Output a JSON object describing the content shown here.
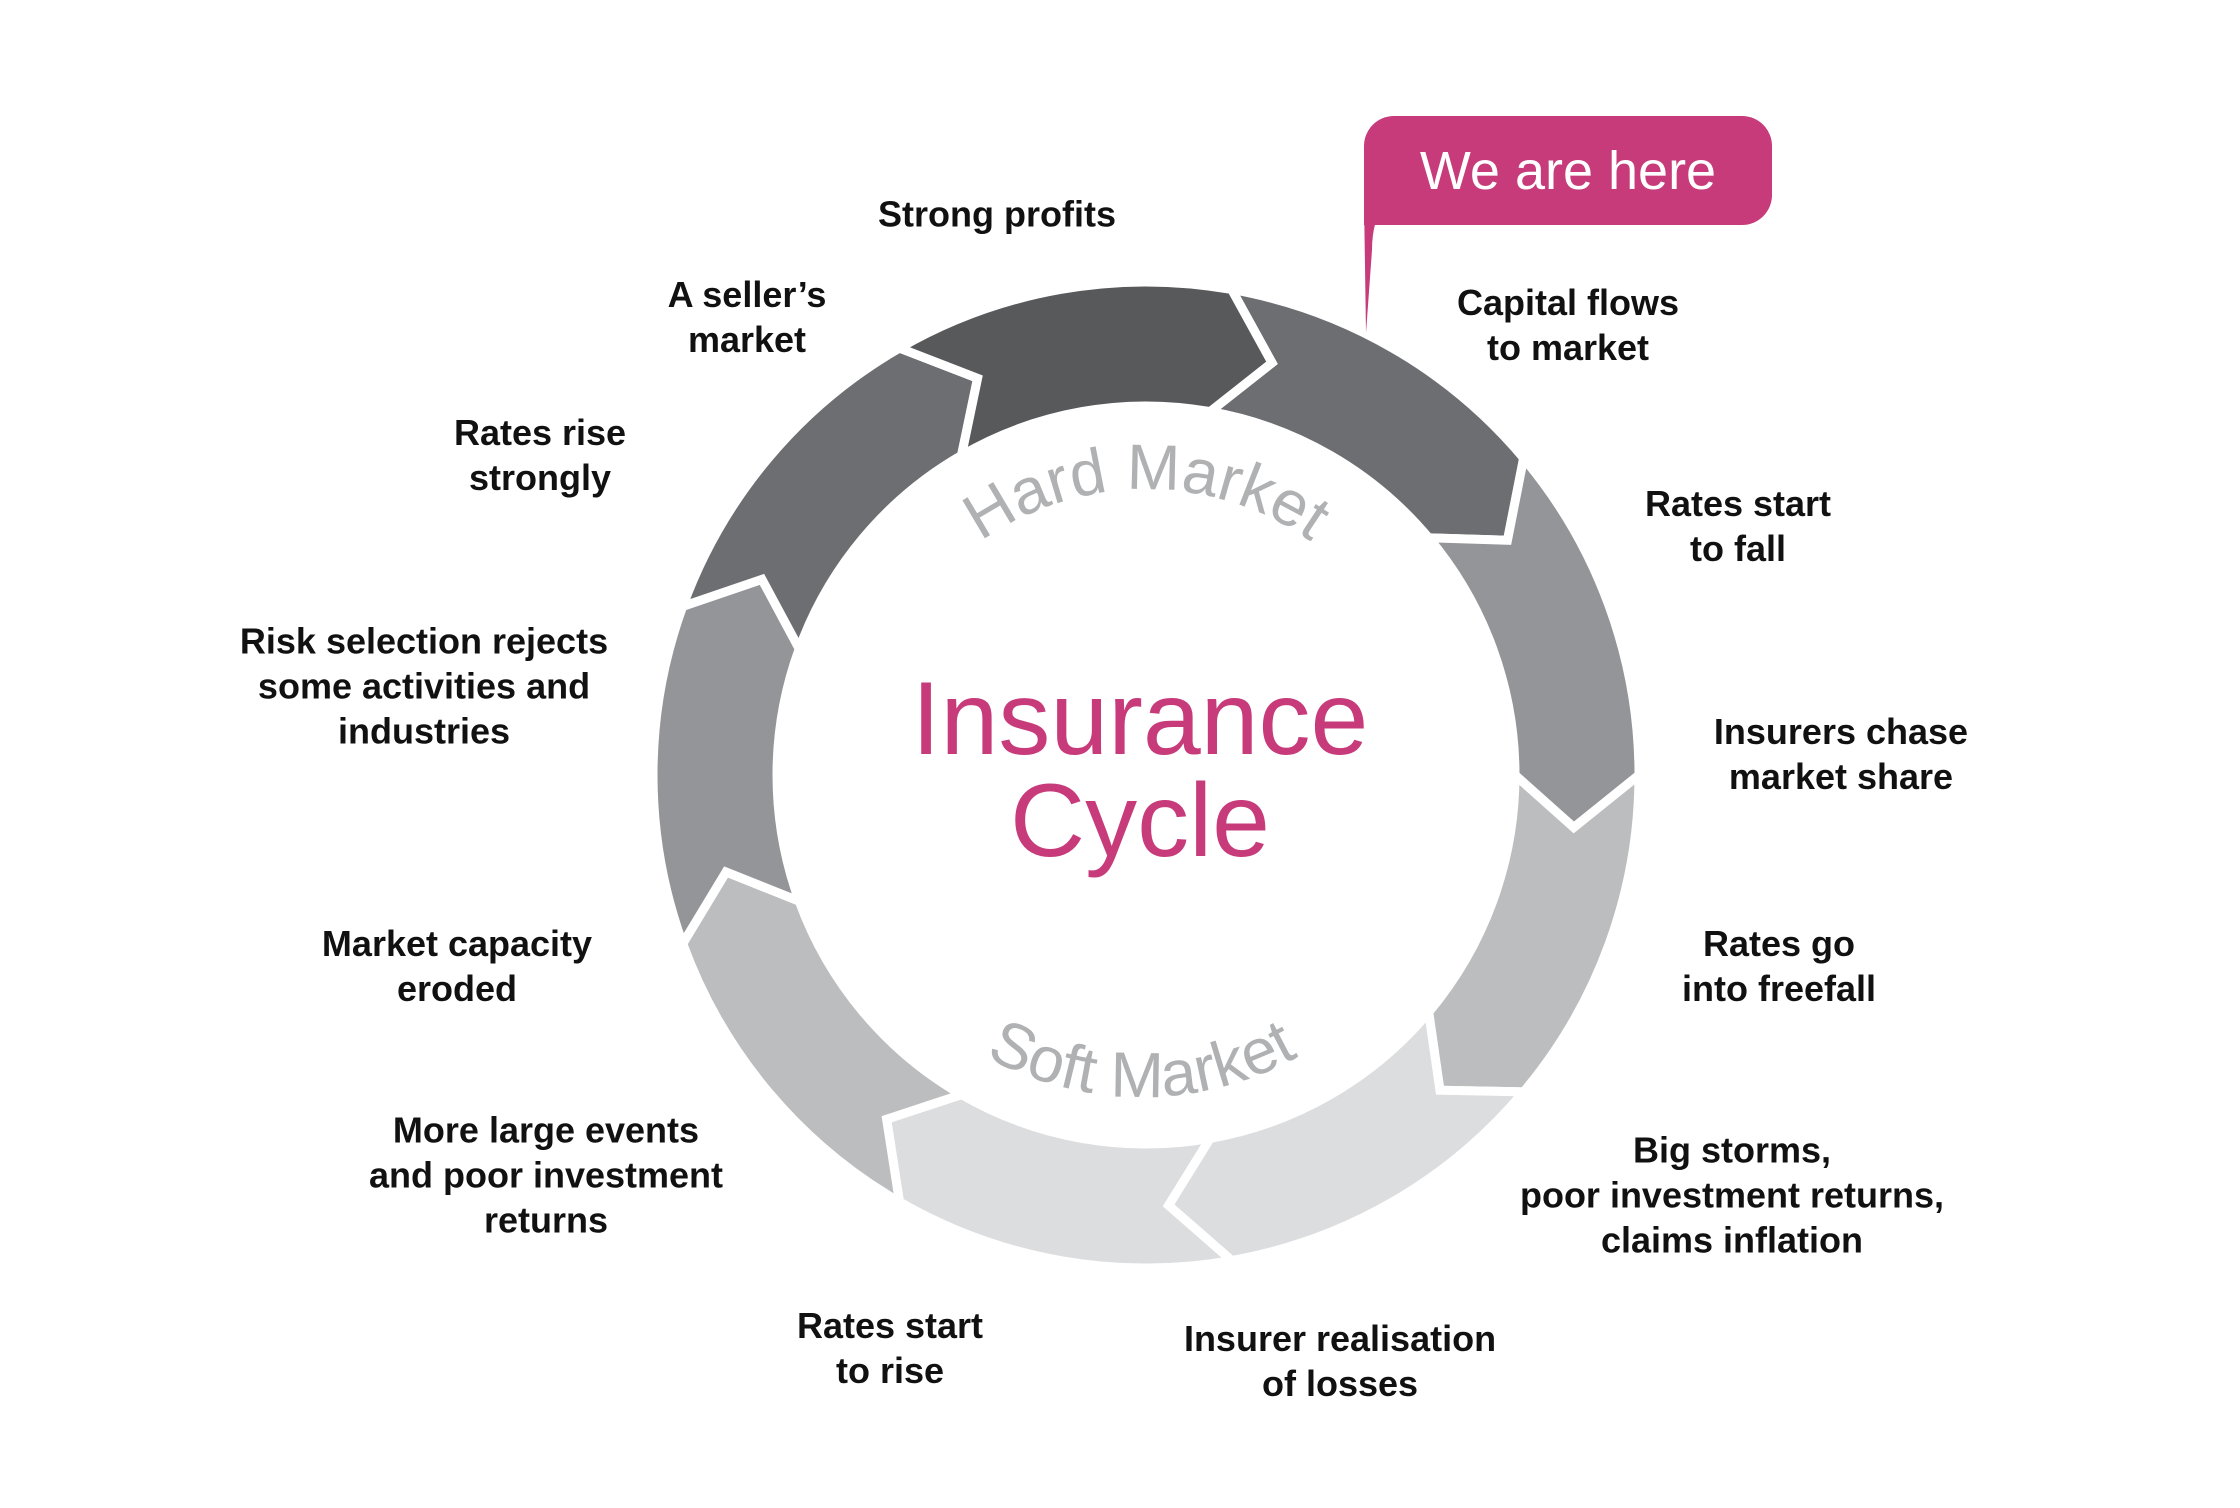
{
  "title": {
    "line1": "Insurance",
    "line2": "Cycle"
  },
  "arc_labels": {
    "hard": "Hard Market",
    "soft": "Soft Market"
  },
  "callout": {
    "text": "We are here"
  },
  "colors": {
    "accent": "#c73b7b",
    "arc_text": "#b0b1b3"
  },
  "segments": [
    {
      "color": "#6d6e71"
    },
    {
      "color": "#939598"
    },
    {
      "color": "#bcbdbf"
    },
    {
      "color": "#dcdddf"
    },
    {
      "color": "#dcdddf"
    },
    {
      "color": "#bcbdbf"
    },
    {
      "color": "#939598"
    },
    {
      "color": "#6d6e71"
    },
    {
      "color": "#58595b"
    }
  ],
  "labels": [
    {
      "lines": [
        "Strong profits"
      ]
    },
    {
      "lines": [
        "Capital flows",
        "to market"
      ]
    },
    {
      "lines": [
        "Rates start",
        "to fall"
      ]
    },
    {
      "lines": [
        "Insurers chase",
        "market share"
      ]
    },
    {
      "lines": [
        "Rates go",
        "into freefall"
      ]
    },
    {
      "lines": [
        "Big storms,",
        "poor investment returns,",
        "claims inflation"
      ]
    },
    {
      "lines": [
        "Insurer realisation",
        "of losses"
      ]
    },
    {
      "lines": [
        "Rates start",
        "to rise"
      ]
    },
    {
      "lines": [
        "More large events",
        "and poor investment",
        "returns"
      ]
    },
    {
      "lines": [
        "Market capacity",
        "eroded"
      ]
    },
    {
      "lines": [
        "Risk selection rejects",
        "some activities and",
        "industries"
      ]
    },
    {
      "lines": [
        "Rates rise",
        "strongly"
      ]
    },
    {
      "lines": [
        "A seller’s",
        "market"
      ]
    }
  ]
}
